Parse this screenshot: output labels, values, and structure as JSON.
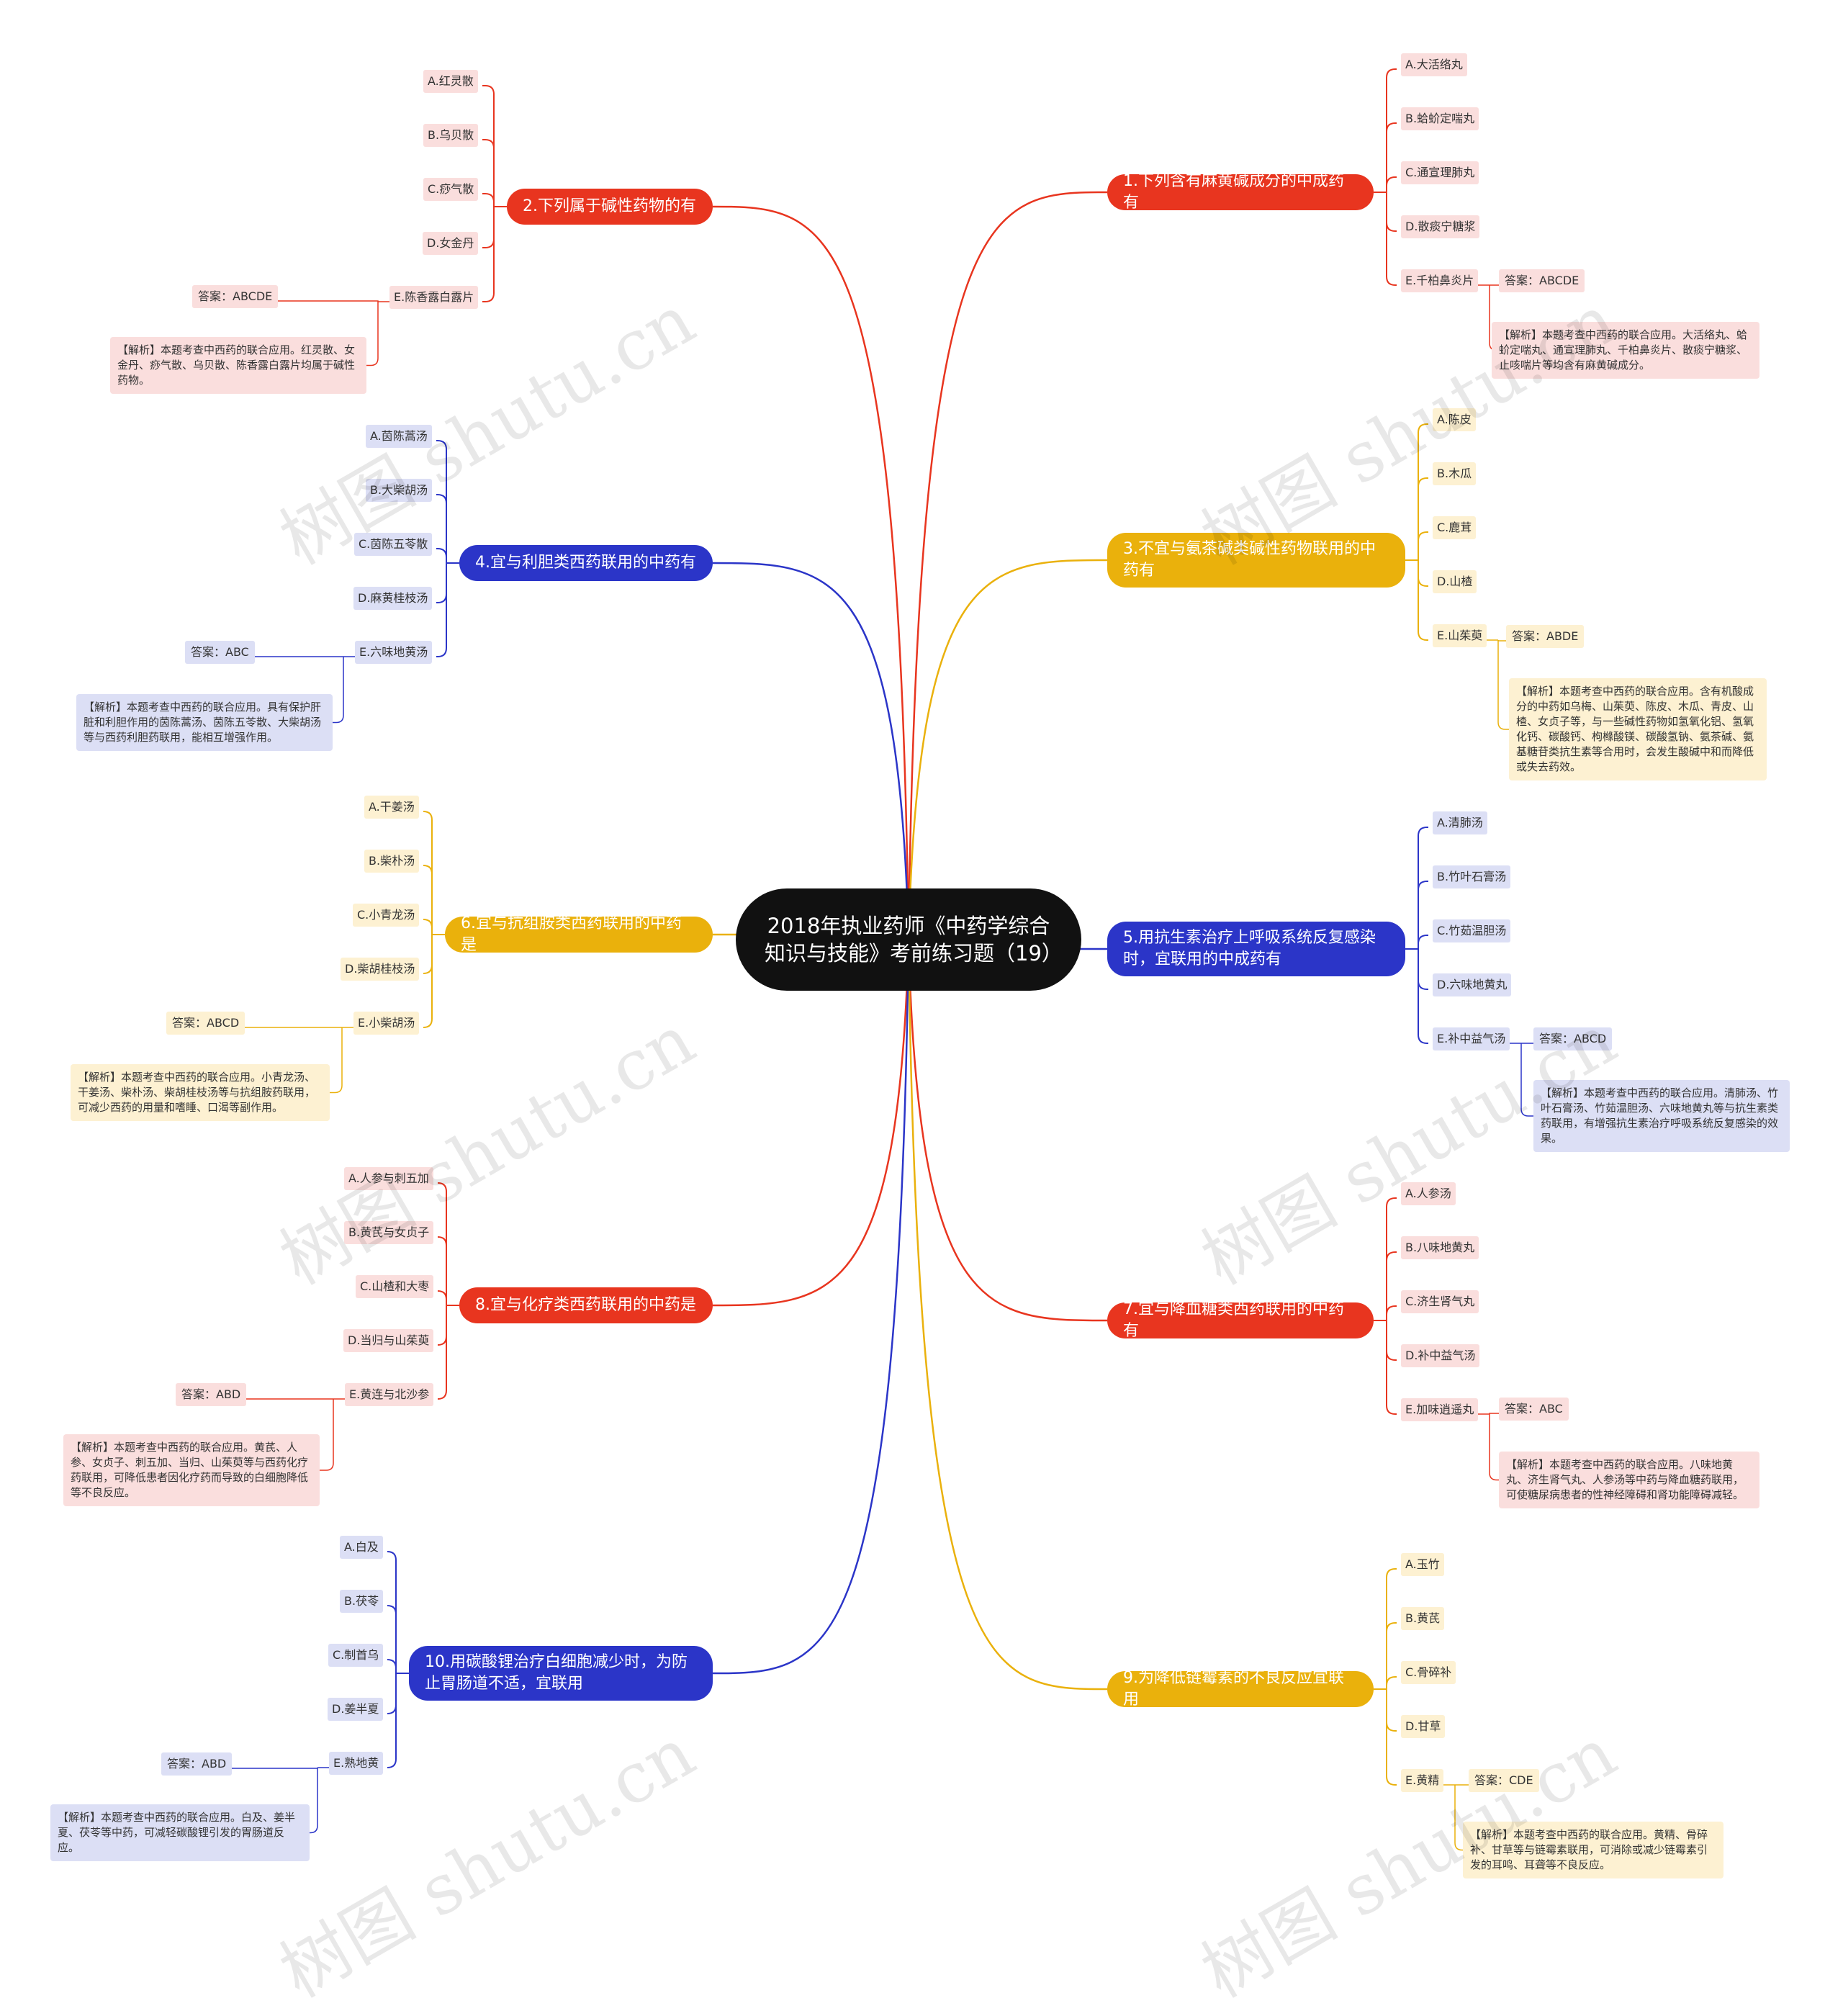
{
  "root": {
    "text": "2018年执业药师《中药学综合知识与技能》考前练习题（19）"
  },
  "colors": {
    "red": {
      "main": "#e8351f",
      "light": "#fadedd"
    },
    "blue": {
      "main": "#2b35c8",
      "light": "#dcdff5"
    },
    "yellow": {
      "main": "#eab10c",
      "light": "#fdf1d2"
    },
    "root": "#111111"
  },
  "watermark": "树图 shutu.cn",
  "questions": [
    {
      "id": "q1",
      "title": "1.下列含有麻黄碱成分的中成药有",
      "color": "red",
      "options": [
        "A.大活络丸",
        "B.蛤蚧定喘丸",
        "C.通宣理肺丸",
        "D.散痰宁糖浆",
        "E.千柏鼻炎片"
      ],
      "answer": "答案：ABCDE",
      "analysis": "【解析】本题考查中西药的联合应用。大活络丸、蛤蚧定喘丸、通宣理肺丸、千柏鼻炎片、散痰宁糖浆、止咳喘片等均含有麻黄碱成分。"
    },
    {
      "id": "q2",
      "title": "2.下列属于碱性药物的有",
      "color": "red",
      "options": [
        "A.红灵散",
        "B.乌贝散",
        "C.痧气散",
        "D.女金丹",
        "E.陈香露白露片"
      ],
      "answer": "答案：ABCDE",
      "analysis": "【解析】本题考查中西药的联合应用。红灵散、女金丹、痧气散、乌贝散、陈香露白露片均属于碱性药物。"
    },
    {
      "id": "q3",
      "title": "3.不宜与氨茶碱类碱性药物联用的中药有",
      "color": "yellow",
      "options": [
        "A.陈皮",
        "B.木瓜",
        "C.鹿茸",
        "D.山楂",
        "E.山茱萸"
      ],
      "answer": "答案：ABDE",
      "analysis": "【解析】本题考查中西药的联合应用。含有机酸成分的中药如乌梅、山茱萸、陈皮、木瓜、青皮、山楂、女贞子等，与一些碱性药物如氢氧化铝、氢氧化钙、碳酸钙、枸橼酸镁、碳酸氢钠、氨茶碱、氨基糖苷类抗生素等合用时，会发生酸碱中和而降低或失去药效。"
    },
    {
      "id": "q4",
      "title": "4.宜与利胆类西药联用的中药有",
      "color": "blue",
      "options": [
        "A.茵陈蒿汤",
        "B.大柴胡汤",
        "C.茵陈五苓散",
        "D.麻黄桂枝汤",
        "E.六味地黄汤"
      ],
      "answer": "答案：ABC",
      "analysis": "【解析】本题考查中西药的联合应用。具有保护肝脏和利胆作用的茵陈蒿汤、茵陈五苓散、大柴胡汤等与西药利胆药联用，能相互增强作用。"
    },
    {
      "id": "q5",
      "title": "5.用抗生素治疗上呼吸系统反复感染时，宜联用的中成药有",
      "color": "blue",
      "options": [
        "A.清肺汤",
        "B.竹叶石膏汤",
        "C.竹茹温胆汤",
        "D.六味地黄丸",
        "E.补中益气汤"
      ],
      "answer": "答案：ABCD",
      "analysis": "【解析】本题考查中西药的联合应用。清肺汤、竹叶石膏汤、竹茹温胆汤、六味地黄丸等与抗生素类药联用，有增强抗生素治疗呼吸系统反复感染的效果。"
    },
    {
      "id": "q6",
      "title": "6.宜与抗组胺类西药联用的中药是",
      "color": "yellow",
      "options": [
        "A.干姜汤",
        "B.柴朴汤",
        "C.小青龙汤",
        "D.柴胡桂枝汤",
        "E.小柴胡汤"
      ],
      "answer": "答案：ABCD",
      "analysis": "【解析】本题考查中西药的联合应用。小青龙汤、干姜汤、柴朴汤、柴胡桂枝汤等与抗组胺药联用，可减少西药的用量和嗜睡、口渴等副作用。"
    },
    {
      "id": "q7",
      "title": "7.宜与降血糖类西药联用的中药有",
      "color": "red",
      "options": [
        "A.人参汤",
        "B.八味地黄丸",
        "C.济生肾气丸",
        "D.补中益气汤",
        "E.加味逍遥丸"
      ],
      "answer": "答案：ABC",
      "analysis": "【解析】本题考查中西药的联合应用。八味地黄丸、济生肾气丸、人参汤等中药与降血糖药联用，可使糖尿病患者的性神经障碍和肾功能障碍减轻。"
    },
    {
      "id": "q8",
      "title": "8.宜与化疗类西药联用的中药是",
      "color": "red",
      "options": [
        "A.人参与刺五加",
        "B.黄芪与女贞子",
        "C.山楂和大枣",
        "D.当归与山茱萸",
        "E.黄连与北沙参"
      ],
      "answer": "答案：ABD",
      "analysis": "【解析】本题考查中西药的联合应用。黄芪、人参、女贞子、刺五加、当归、山茱萸等与西药化疗药联用，可降低患者因化疗药而导致的白细胞降低等不良反应。"
    },
    {
      "id": "q9",
      "title": "9.为降低链霉素的不良反应宜联用",
      "color": "yellow",
      "options": [
        "A.玉竹",
        "B.黄芪",
        "C.骨碎补",
        "D.甘草",
        "E.黄精"
      ],
      "answer": "答案：CDE",
      "analysis": "【解析】本题考查中西药的联合应用。黄精、骨碎补、甘草等与链霉素联用，可消除或减少链霉素引发的耳鸣、耳聋等不良反应。"
    },
    {
      "id": "q10",
      "title": "10.用碳酸锂治疗白细胞减少时，为防止胃肠道不适，宜联用",
      "color": "blue",
      "options": [
        "A.白及",
        "B.茯苓",
        "C.制首乌",
        "D.姜半夏",
        "E.熟地黄"
      ],
      "answer": "答案：ABD",
      "analysis": "【解析】本题考查中西药的联合应用。白及、姜半夏、茯苓等中药，可减轻碳酸锂引发的胃肠道反应。"
    }
  ]
}
